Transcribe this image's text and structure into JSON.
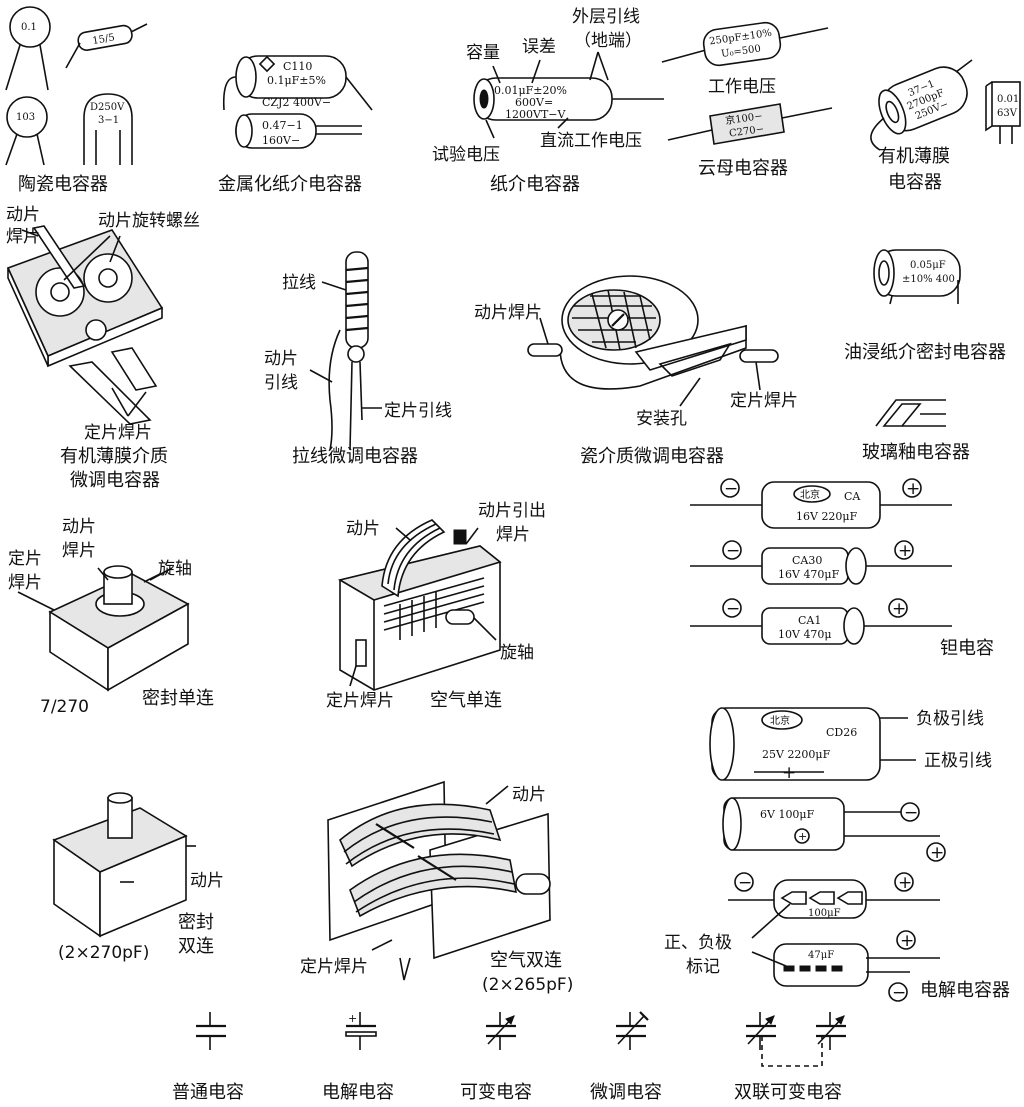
{
  "ceramic": {
    "caption": "陶瓷电容器",
    "mark1": "0.1",
    "mark2": "103",
    "mark3": "15/5",
    "mark4": "D250V",
    "mark5": "3−1"
  },
  "metallized": {
    "caption": "金属化纸介电容器",
    "mark1": "C110",
    "mark2": "0.1μF±5%",
    "mark3": "CZJ2 400V−",
    "mark4": "0.47−1",
    "mark5": "160V−"
  },
  "paper": {
    "caption": "纸介电容器",
    "capacity": "容量",
    "tolerance": "误差",
    "outer_lead": "外层引线",
    "ground": "（地端）",
    "test_voltage": "试验电压",
    "dc_voltage": "直流工作电压",
    "mark1": "0.01μF±20%",
    "mark2": "600V=",
    "mark3": "1200VT−V"
  },
  "working": {
    "label": "工作电压",
    "mark1": "250pF±10%",
    "mark2": "U₀=500"
  },
  "mica": {
    "caption": "云母电容器",
    "mark1": "京100−",
    "mark2": "C270−"
  },
  "organic": {
    "caption1": "有机薄膜",
    "caption2": "电容器",
    "mark1": "37−1",
    "mark2": "2700pF",
    "mark3": "250V−",
    "mark4": "0.01",
    "mark5": "63V"
  },
  "organic_trim": {
    "moving_solder1": "动片",
    "moving_solder2": "焊片",
    "screw": "动片旋转螺丝",
    "fixed_solder": "定片焊片",
    "caption1": "有机薄膜介质",
    "caption2": "微调电容器"
  },
  "wire_trim": {
    "pull": "拉线",
    "moving_lead1": "动片",
    "moving_lead2": "引线",
    "fixed_lead": "定片引线",
    "caption": "拉线微调电容器"
  },
  "ceramic_trim": {
    "moving_solder": "动片焊片",
    "mount_hole": "安装孔",
    "fixed_solder": "定片焊片",
    "caption": "瓷介质微调电容器"
  },
  "oil": {
    "caption": "油浸纸介密封电容器",
    "mark1": "0.05μF",
    "mark2": "±10% 400"
  },
  "glass": {
    "caption": "玻璃釉电容器"
  },
  "tantalum": {
    "caption": "钽电容",
    "neg": "−",
    "pos": "+",
    "brand": "北京",
    "c1_model": "CA",
    "c1_spec": "16V 220μF",
    "c2_model": "CA30",
    "c2_spec": "16V 470μF",
    "c3_model": "CA1",
    "c3_spec": "10V 470μ"
  },
  "sealed_single": {
    "moving1": "动片",
    "moving2": "焊片",
    "fixed1": "定片",
    "fixed2": "焊片",
    "shaft": "旋轴",
    "model": "7/270",
    "caption": "密封单连"
  },
  "air_single": {
    "moving": "动片",
    "moving_out1": "动片引出",
    "moving_out2": "焊片",
    "shaft": "旋轴",
    "fixed": "定片焊片",
    "caption": "空气单连"
  },
  "electrolytic": {
    "neg_lead": "负极引线",
    "pos_lead": "正极引线",
    "brand": "北京",
    "model": "CD26",
    "spec": "25V 2200μF",
    "plus": "+",
    "e2_spec": "6V 100μF",
    "e3_spec": "100μF",
    "e4_spec": "47μF",
    "polarity1": "正、负极",
    "polarity2": "标记",
    "caption": "电解电容器",
    "neg": "−",
    "pos": "+"
  },
  "sealed_dual": {
    "moving": "动片",
    "caption1": "密封",
    "caption2": "双连",
    "spec": "(2×270pF)"
  },
  "air_dual": {
    "moving": "动片",
    "fixed": "定片焊片",
    "caption": "空气双连",
    "spec": "(2×265pF)"
  },
  "symbols": {
    "normal": "普通电容",
    "electrolytic": "电解电容",
    "variable": "可变电容",
    "trimmer": "微调电容",
    "dual": "双联可变电容",
    "plus": "+"
  }
}
